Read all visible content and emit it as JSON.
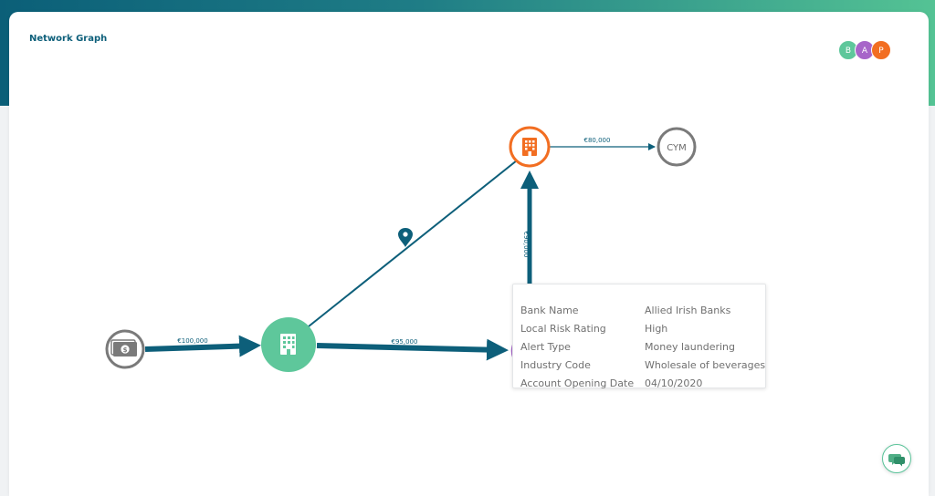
{
  "page": {
    "title": "Network Graph"
  },
  "avatars": [
    {
      "initial": "B",
      "color": "#5ec79b"
    },
    {
      "initial": "A",
      "color": "#a765c9"
    },
    {
      "initial": "P",
      "color": "#f26e22"
    }
  ],
  "graph": {
    "nodes": [
      {
        "id": "cash",
        "icon": "cash-icon",
        "color": "#7a7a7a"
      },
      {
        "id": "company-green",
        "icon": "building-icon",
        "color": "#5ec79b"
      },
      {
        "id": "company-orange",
        "icon": "building-icon",
        "color": "#f26e22"
      },
      {
        "id": "cym",
        "label": "CYM",
        "color": "#7a7a7a"
      },
      {
        "id": "purple-node",
        "color": "#a765c9"
      }
    ],
    "edges": [
      {
        "from": "cash",
        "to": "company-green",
        "label": "€100,000"
      },
      {
        "from": "company-green",
        "to": "purple-node",
        "label": "€95,000"
      },
      {
        "from": "purple-node",
        "to": "company-orange",
        "label": "€90,000"
      },
      {
        "from": "company-orange",
        "to": "cym",
        "label": "€80,000"
      },
      {
        "from": "company-green",
        "to": "company-orange",
        "label": "",
        "icon": "location-pin-icon"
      }
    ],
    "edge_color": "#0d5f7a"
  },
  "tooltip": {
    "rows": [
      {
        "key": "Bank Name",
        "value": "Allied Irish Banks"
      },
      {
        "key": "Local Risk Rating",
        "value": "High"
      },
      {
        "key": "Alert Type",
        "value": "Money laundering"
      },
      {
        "key": "Industry Code",
        "value": "Wholesale of beverages"
      },
      {
        "key": "Account Opening Date",
        "value": "04/10/2020"
      }
    ]
  },
  "chat": {
    "icon": "chat-icon"
  }
}
